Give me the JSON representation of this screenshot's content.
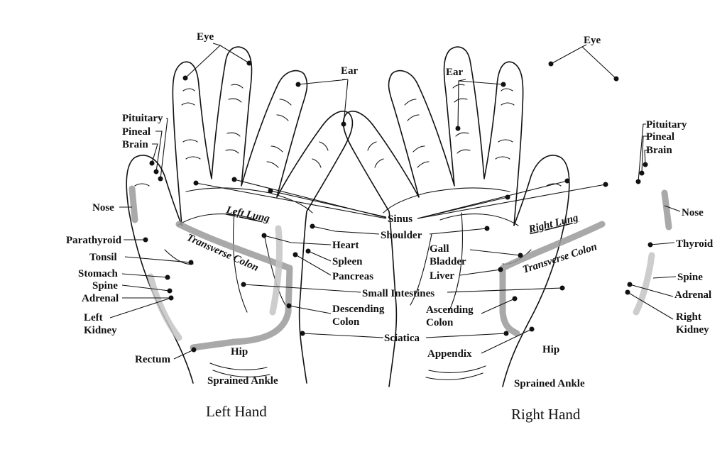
{
  "captions": {
    "left_hand": "Left Hand",
    "right_hand": "Right Hand"
  },
  "labels": {
    "eye_l": "Eye",
    "ear_l": "Ear",
    "pituitary_l": "Pituitary",
    "pineal_l": "Pineal",
    "brain_l": "Brain",
    "nose_l": "Nose",
    "parathyroid": "Parathyroid",
    "tonsil": "Tonsil",
    "stomach": "Stomach",
    "spine_l": "Spine",
    "adrenal_l": "Adrenal",
    "left_1": "Left",
    "kidney_l": "Kidney",
    "rectum": "Rectum",
    "hip_l": "Hip",
    "sprained_l": "Sprained Ankle",
    "left_lung": "Left Lung",
    "transverse_l": "Transverse Colon",
    "heart": "Heart",
    "spleen": "Spleen",
    "pancreas": "Pancreas",
    "descending_1": "Descending",
    "descending_2": "Colon",
    "sinus": "Sinus",
    "shoulder": "Shoulder",
    "small_intestines": "Small Intestines",
    "sciatica": "Sciatica",
    "eye_r": "Eye",
    "ear_r": "Ear",
    "pituitary_r": "Pituitary",
    "pineal_r": "Pineal",
    "brain_r": "Brain",
    "nose_r": "Nose",
    "thyroid": "Thyroid",
    "spine_r": "Spine",
    "adrenal_r": "Adrenal",
    "right_1": "Right",
    "kidney_r": "Kidney",
    "gall_1": "Gall",
    "gall_2": "Bladder",
    "liver": "Liver",
    "ascending_1": "Ascending",
    "ascending_2": "Colon",
    "appendix": "Appendix",
    "hip_r": "Hip",
    "sprained_r": "Sprained Ankle",
    "right_lung": "Right Lung",
    "transverse_r": "Transverse Colon"
  }
}
